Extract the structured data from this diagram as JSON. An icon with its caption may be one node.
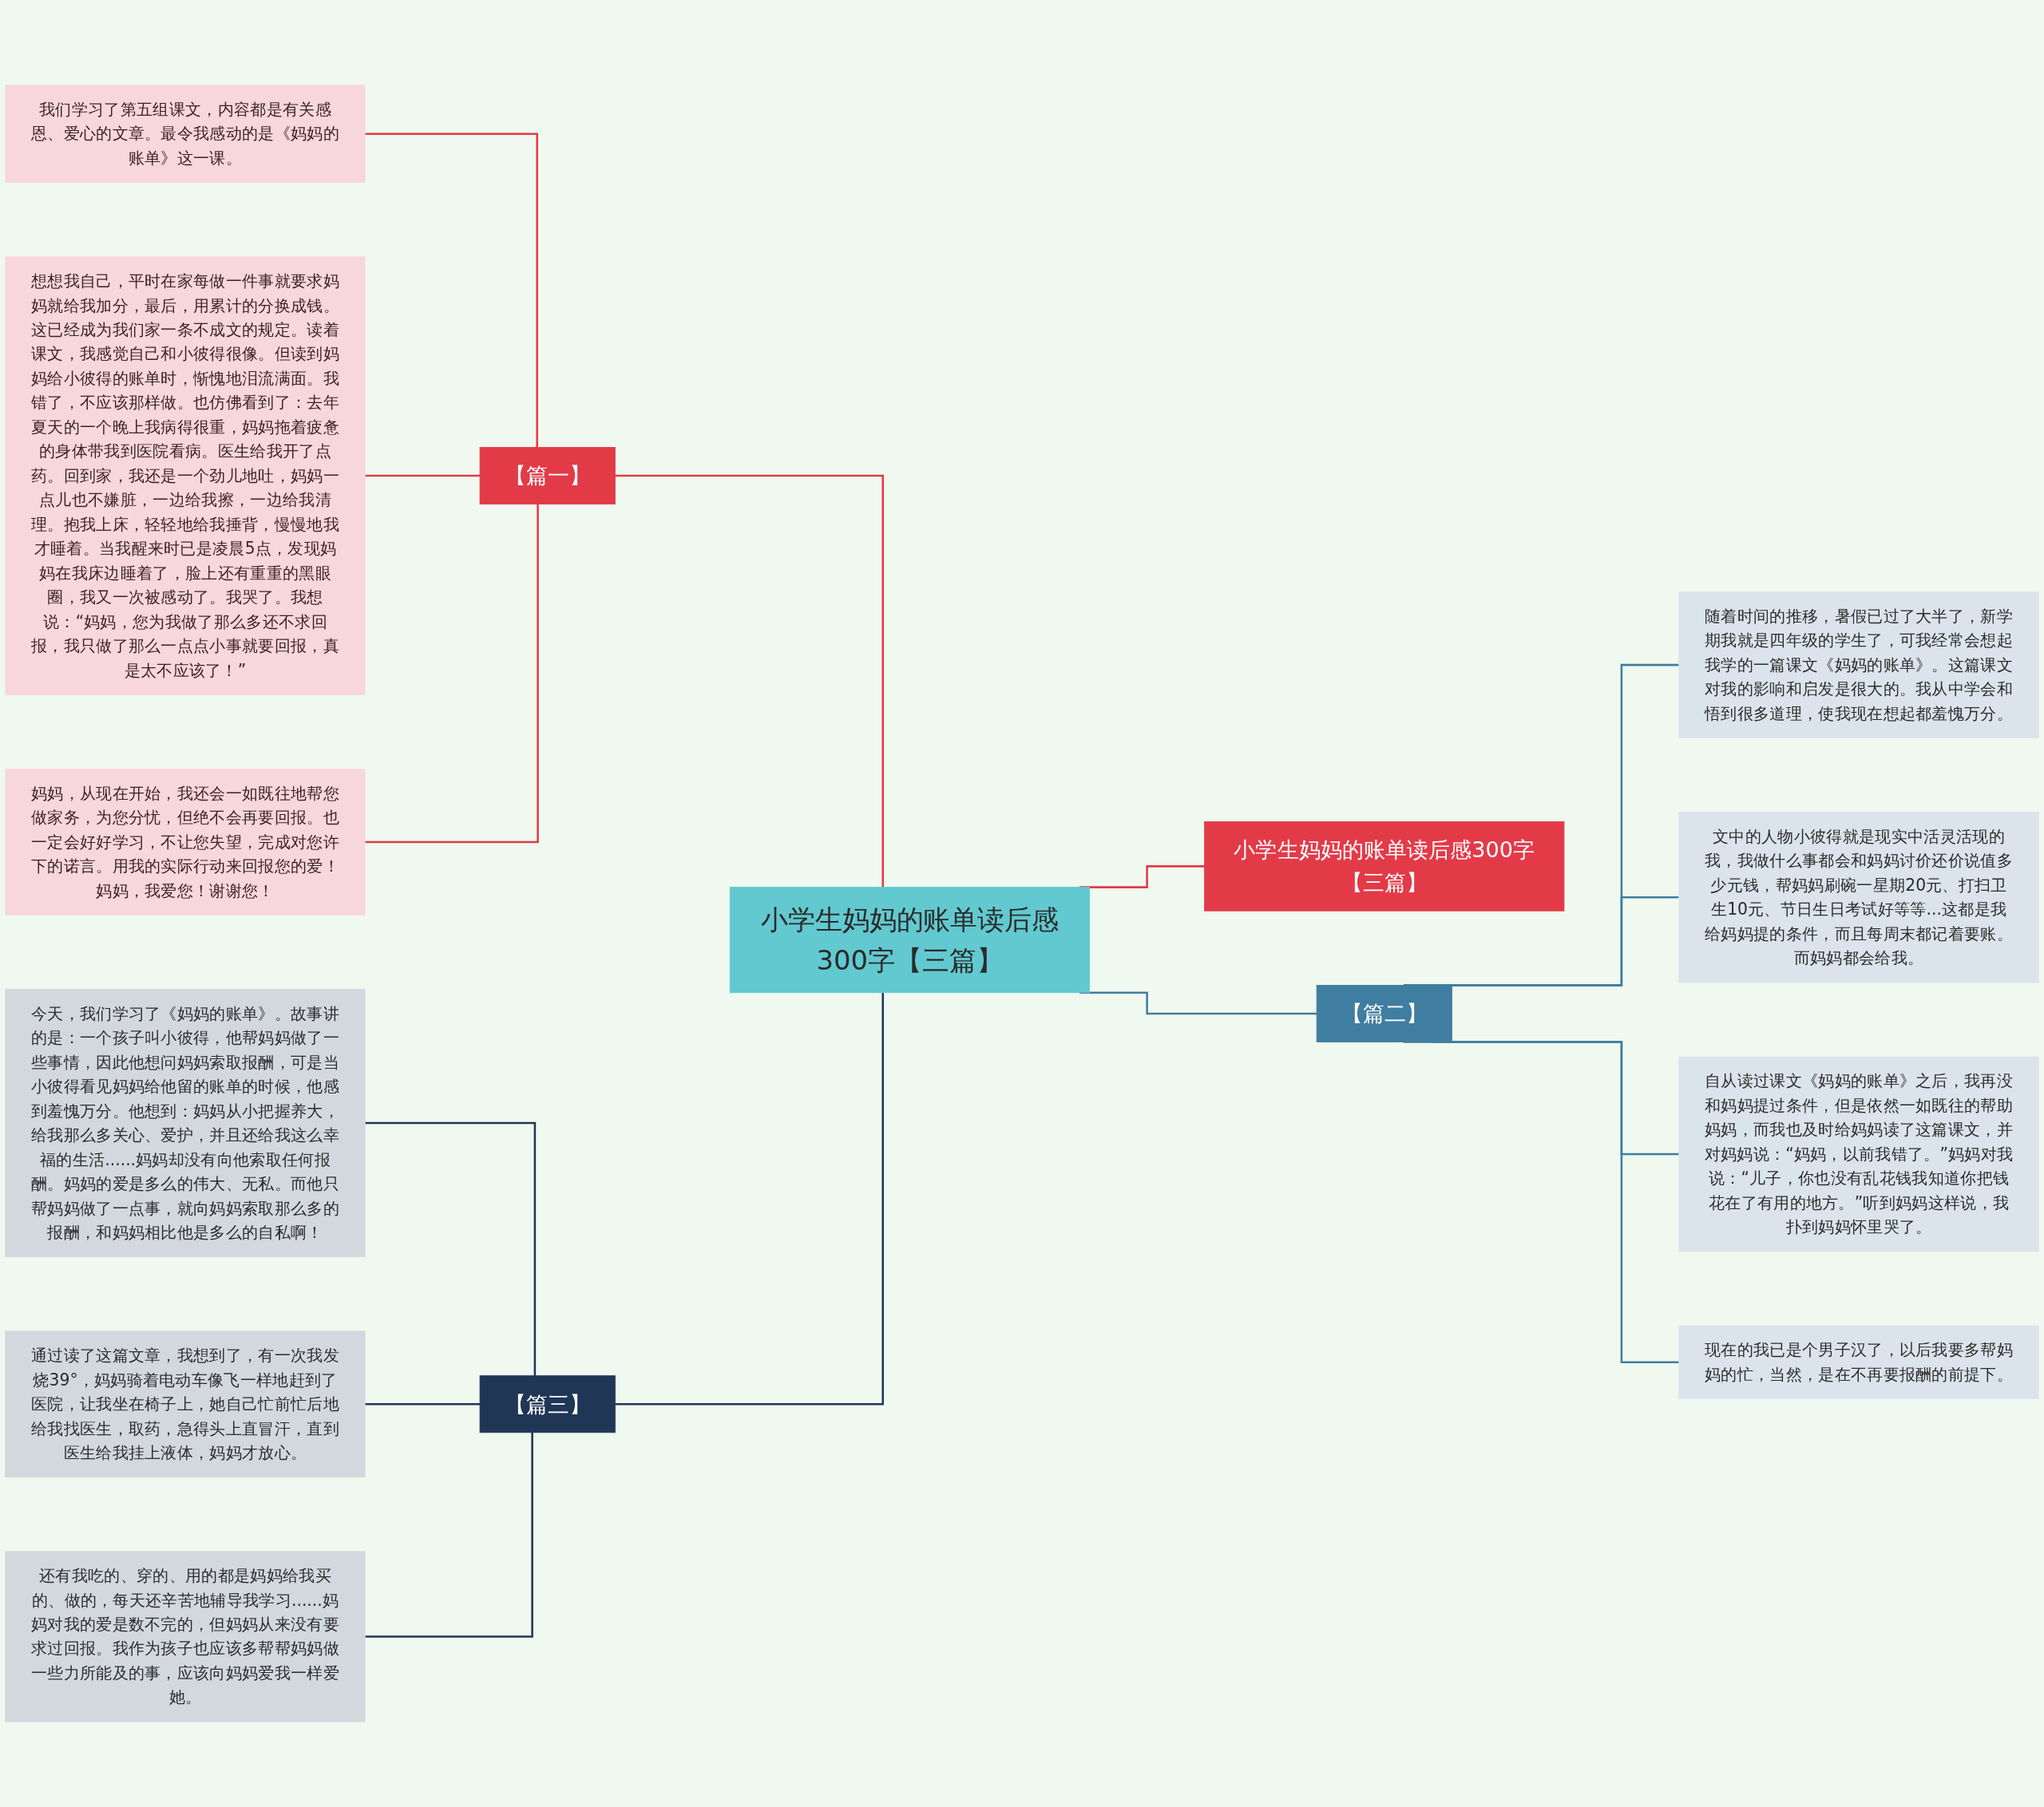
{
  "diagram": {
    "nodes": [
      {
        "text": [
          "小学生妈妈的账单读后感300字【三篇】"
        ]
      },
      {
        "text": [
          "小学生妈妈的账单读后感300字【三篇】"
        ]
      },
      {
        "text": [
          "【篇一】"
        ]
      },
      {
        "text": [
          "我们学习了第五组课文，内容都是有关感恩、爱心的文章。最令我感动的是《妈妈的账单》这一课。"
        ]
      },
      {
        "text": [
          "想想我自己，平时在家每做一件事就要求妈妈就给我加分，最后，用累计的分换成钱。这已经成为我们家一条不成文的规定。读着课文，我感觉自己和小彼得很像。但读到妈妈给小彼得的账单时，惭愧地泪流满面。我错了，不应该那样做。也仿佛看到了：去年夏天的一个晚上我病得很重，妈妈拖着疲惫的身体带我到医院看病。医生给我开了点药。回到家，我还是一个劲儿地吐，妈妈一点儿也不嫌脏，一边给我擦，一边给我清理。抱我上床，轻轻地给我捶背，慢慢地我才睡着。当我醒来时已是凌晨5点，发现妈妈在我床边睡着了，脸上还有重重的黑眼圈，我又一次被感动了。我哭了。我想说：“妈妈，您为我做了那么多还不求回报，我只做了那么一点点小事就要回报，真是太不应该了！”"
        ]
      },
      {
        "text": [
          "妈妈，从现在开始，我还会一如既往地帮您做家务，为您分忧，但绝不会再要回报。也一定会好好学习，不让您失望，完成对您许下的诺言。用我的实际行动来回报您的爱！妈妈，我爱您！谢谢您！"
        ]
      },
      {
        "text": [
          "【篇二】"
        ]
      },
      {
        "text": [
          "随着时间的推移，暑假已过了大半了，新学期我就是四年级的学生了，可我经常会想起我学的一篇课文《妈妈的账单》。这篇课文对我的影响和启发是很大的。我从中学会和悟到很多道理，使我现在想起都羞愧万分。"
        ]
      },
      {
        "text": [
          "文中的人物小彼得就是现实中活灵活现的我，我做什么事都会和妈妈讨价还价说值多少元钱，帮妈妈刷碗一星期20元、打扫卫生10元、节日生日考试好等等...这都是我给妈妈提的条件，而且每周末都记着要账。而妈妈都会给我。"
        ]
      },
      {
        "text": [
          "自从读过课文《妈妈的账单》之后，我再没和妈妈提过条件，但是依然一如既往的帮助妈妈，而我也及时给妈妈读了这篇课文，并对妈妈说：“妈妈，以前我错了。”妈妈对我说：“儿子，你也没有乱花钱我知道你把钱花在了有用的地方。”听到妈妈这样说，我扑到妈妈怀里哭了。"
        ]
      },
      {
        "text": [
          "现在的我已是个男子汉了，以后我要多帮妈妈的忙，当然，是在不再要报酬的前提下。"
        ]
      },
      {
        "text": [
          "【篇三】"
        ]
      },
      {
        "text": [
          "今天，我们学习了《妈妈的账单》。故事讲的是：一个孩子叫小彼得，他帮妈妈做了一些事情，因此他想问妈妈索取报酬，可是当小彼得看见妈妈给他留的账单的时候，他感到羞愧万分。他想到：妈妈从小把握养大，给我那么多关心、爱护，并且还给我这么幸福的生活......妈妈却没有向他索取任何报酬。妈妈的爱是多么的伟大、无私。而他只帮妈妈做了一点事，就向妈妈索取那么多的报酬，和妈妈相比他是多么的自私啊！"
        ]
      },
      {
        "text": [
          "通过读了这篇文章，我想到了，有一次我发烧39°，妈妈骑着电动车像飞一样地赶到了医院，让我坐在椅子上，她自己忙前忙后地给我找医生，取药，急得头上直冒汗，直到医生给我挂上液体，妈妈才放心。"
        ]
      },
      {
        "text": [
          "还有我吃的、穿的、用的都是妈妈给我买的、做的，每天还辛苦地辅导我学习......妈妈对我的爱是数不完的，但妈妈从来没有要求过回报。我作为孩子也应该多帮帮妈妈做一些力所能及的事，应该向妈妈爱我一样爱她。"
        ]
      }
    ],
    "edges": [
      {
        "from": 0,
        "to": 1,
        "arrow": "none",
        "color": "#e33a48"
      },
      {
        "from": 0,
        "to": 2,
        "arrow": "none",
        "color": "#e33a48"
      },
      {
        "from": 2,
        "to": 3,
        "arrow": "none",
        "color": "#e33a48"
      },
      {
        "from": 2,
        "to": 4,
        "arrow": "none",
        "color": "#e33a48"
      },
      {
        "from": 2,
        "to": 5,
        "arrow": "none",
        "color": "#e33a48"
      },
      {
        "from": 0,
        "to": 6,
        "arrow": "none",
        "color": "#3f7ea0"
      },
      {
        "from": 6,
        "to": 7,
        "arrow": "none",
        "color": "#3f7ea0"
      },
      {
        "from": 6,
        "to": 8,
        "arrow": "none",
        "color": "#3f7ea0"
      },
      {
        "from": 6,
        "to": 9,
        "arrow": "none",
        "color": "#3f7ea0"
      },
      {
        "from": 6,
        "to": 10,
        "arrow": "none",
        "color": "#3f7ea0"
      },
      {
        "from": 0,
        "to": 11,
        "arrow": "none",
        "color": "#1f3656"
      },
      {
        "from": 11,
        "to": 12,
        "arrow": "none",
        "color": "#1f3656"
      },
      {
        "from": 11,
        "to": 13,
        "arrow": "none",
        "color": "#1f3656"
      },
      {
        "from": 11,
        "to": 14,
        "arrow": "none",
        "color": "#1f3656"
      }
    ]
  }
}
